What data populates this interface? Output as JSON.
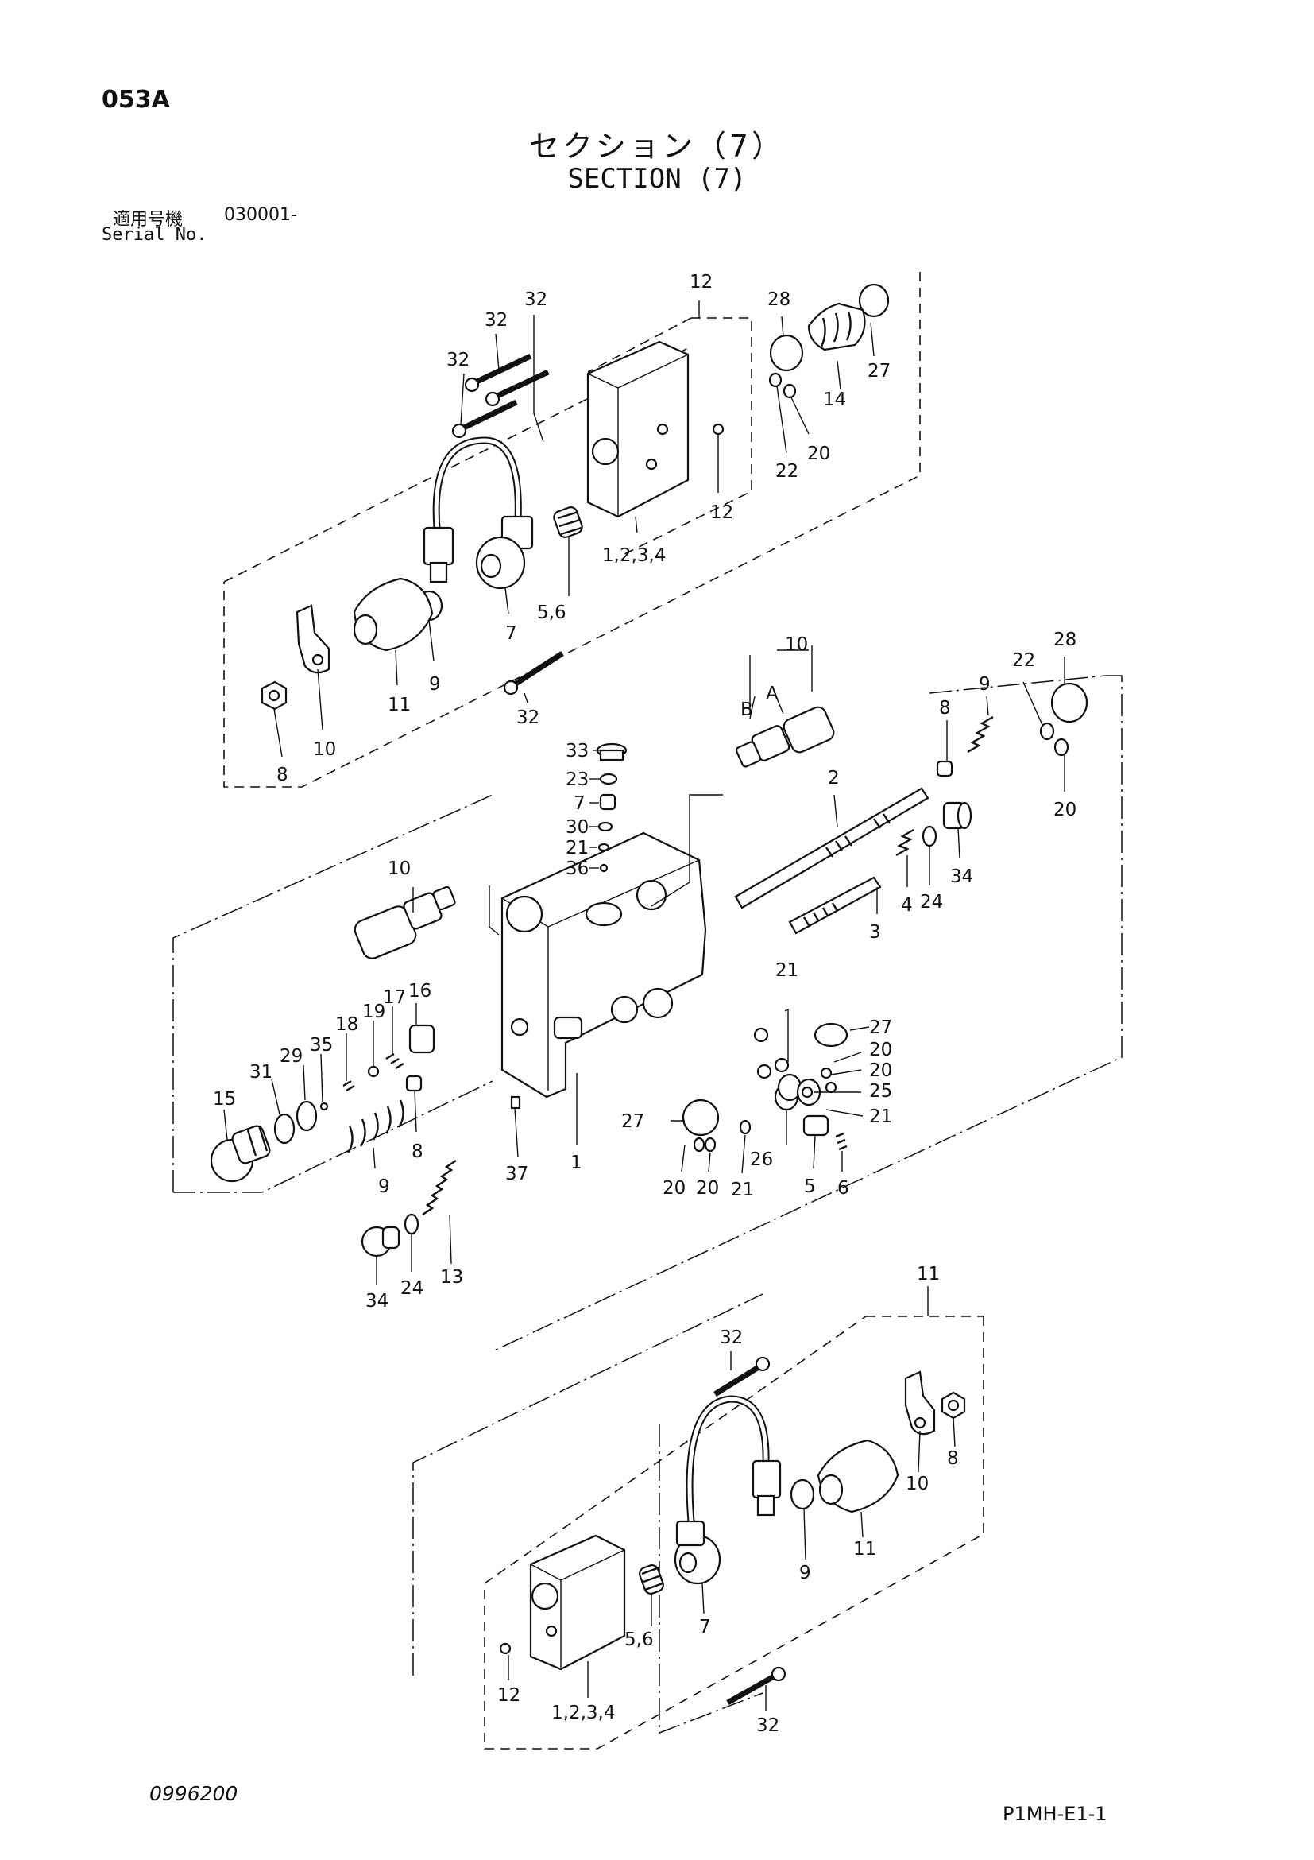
{
  "header": {
    "page_code": "053A",
    "title_jp": "セクション（7）",
    "title_en": "SECTION (7)",
    "serial_label_jp": "適用号機",
    "serial_value": "030001-",
    "serial_label_en": "Serial No."
  },
  "footer": {
    "doc_number": "0996200",
    "doc_code": "P1MH-E1-1"
  },
  "callouts": {
    "c12_top": "12",
    "c32_a": "32",
    "c32_b": "32",
    "c32_c": "32",
    "c28_top": "28",
    "c27_top": "27",
    "c14": "14",
    "c22_top": "22",
    "c20_top": "20",
    "c12_right": "12",
    "c1234_top": "1,2,3,4",
    "c56_top": "5,6",
    "c7_top": "7",
    "c9_top": "9",
    "c11_top": "11",
    "c10_top": "10",
    "c8_top": "8",
    "c32_mid": "32",
    "c10_right": "10",
    "letter_b": "B",
    "letter_a": "A",
    "c33": "33",
    "c23": "23",
    "c7_mid": "7",
    "c30": "30",
    "c21_a": "21",
    "c36": "36",
    "c2": "2",
    "c8_right": "8",
    "c9_right": "9",
    "c22_right": "22",
    "c28_right": "28",
    "c20_right": "20",
    "c34_right": "34",
    "c4": "4",
    "c24_right": "24",
    "c3": "3",
    "c10_left": "10",
    "c16": "16",
    "c17": "17",
    "c19": "19",
    "c18": "18",
    "c35": "35",
    "c29": "29",
    "c31": "31",
    "c15": "15",
    "c9_left": "9",
    "c8_left": "8",
    "c21_b": "21",
    "c27_mid": "27",
    "c20_a": "20",
    "c20_b": "20",
    "c25": "25",
    "c21_c": "21",
    "c27_low": "27",
    "c20_c": "20",
    "c20_d": "20",
    "c21_d": "21",
    "c26": "26",
    "c5": "5",
    "c6": "6",
    "c37": "37",
    "c1": "1",
    "c13": "13",
    "c24_low": "24",
    "c34_low": "34",
    "c11_bottom": "11",
    "c32_bottom_top": "32",
    "c8_bottom": "8",
    "c10_bottom": "10",
    "c11_bottom_mid": "11",
    "c9_bottom": "9",
    "c7_bottom": "7",
    "c56_bottom": "5,6",
    "c12_bottom": "12",
    "c1234_bottom": "1,2,3,4",
    "c32_bottom": "32"
  }
}
